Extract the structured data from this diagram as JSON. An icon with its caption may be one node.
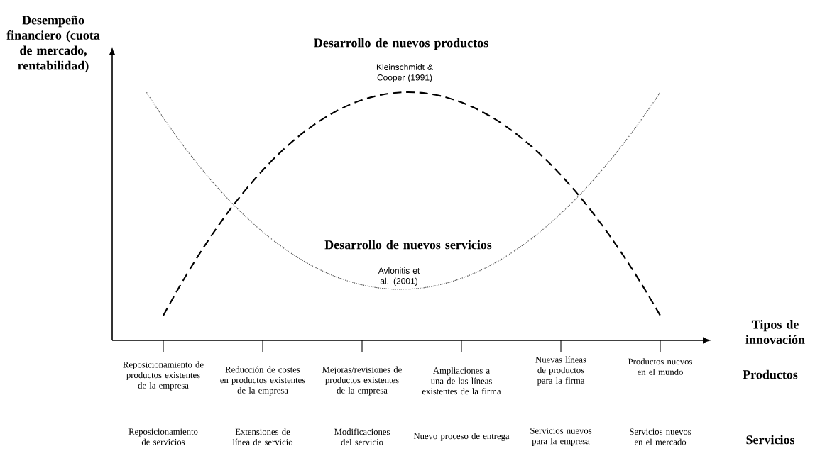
{
  "diagram": {
    "labels": [
      "Desempeño financiero (cuota de mercado, rentabilidad)",
      "Desarrollo de nuevos productos",
      "Kleinschmidt & Cooper (1991)",
      "Desarrollo de nuevos servicios",
      "Avlonitis et al. (2001)",
      "Tipos de innovación",
      "Reposicionamiento de productos existentes de la empresa",
      "Reducción de costes en productos existentes de la empresa",
      "Mejoras/revisiones de productos existentes de la empresa",
      "Ampliaciones a una de las líneas existentes de la firma",
      "Nuevas líneas de productos para la firma",
      "Productos nuevos en el mundo",
      "Productos",
      "Reposicionamiento de servicios",
      "Extensiones de línea de servicio",
      "Modificaciones del servicio",
      "Nuevo proceso de entrega",
      "Servicios nuevos para la empresa",
      "Servicios nuevos en el mercado",
      "Servicios"
    ]
  }
}
